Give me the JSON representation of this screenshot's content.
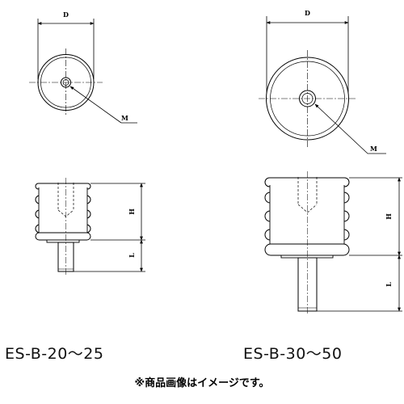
{
  "labels": {
    "diameter": "D",
    "thread": "M",
    "height": "H",
    "length": "L"
  },
  "models": {
    "left": "ES-B-20～25",
    "right": "ES-B-30～50"
  },
  "note": "※商品画像はイメージです。"
}
